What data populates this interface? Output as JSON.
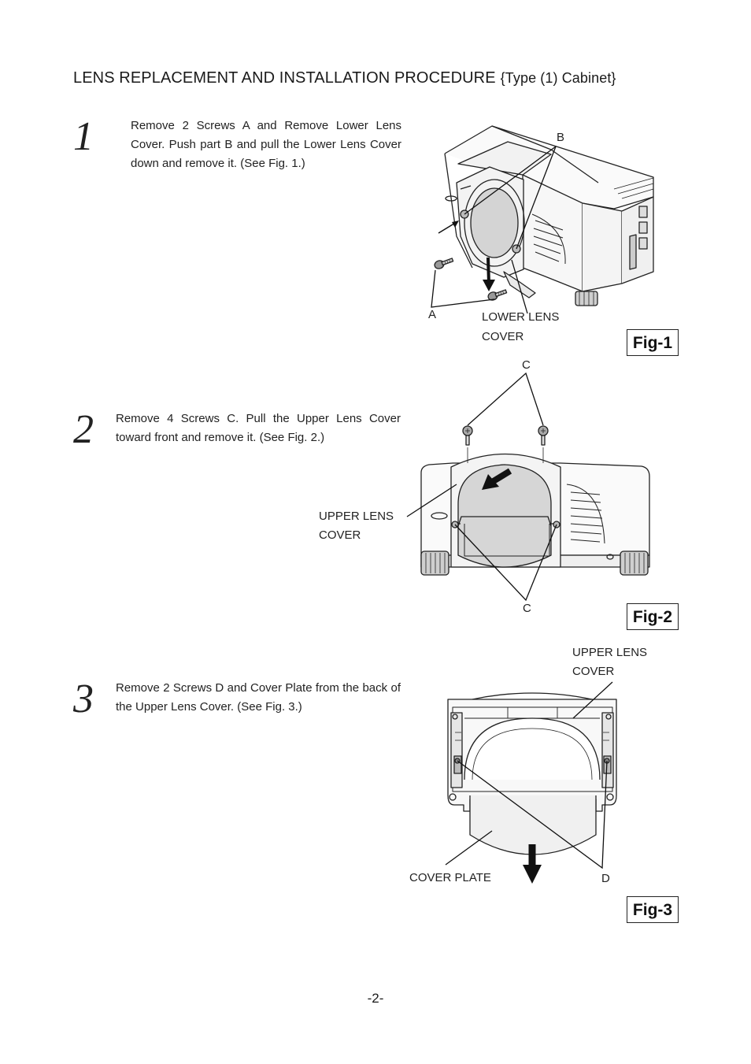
{
  "header": {
    "title": "LENS REPLACEMENT AND INSTALLATION PROCEDURE",
    "subtitle": "{Type (1) Cabinet}"
  },
  "steps": [
    {
      "number": "1",
      "text": "Remove 2 Screws A and Remove Lower Lens Cover. Push part B and pull the Lower Lens Cover down and remove it. (See Fig. 1.)"
    },
    {
      "number": "2",
      "text": "Remove 4 Screws C. Pull the Upper Lens Cover toward front and remove it. (See Fig. 2.)"
    },
    {
      "number": "3",
      "text": "Remove 2 Screws D and Cover Plate from the back of the Upper Lens Cover. (See Fig. 3.)"
    }
  ],
  "fig1": {
    "caption": "Fig-1",
    "label_b": "B",
    "label_a": "A",
    "label_lower_line1": "LOWER LENS",
    "label_lower_line2": "COVER"
  },
  "fig2": {
    "caption": "Fig-2",
    "label_c_top": "C",
    "label_c_bottom": "C",
    "label_upper_line1": "UPPER LENS",
    "label_upper_line2": "COVER"
  },
  "fig3": {
    "caption": "Fig-3",
    "label_upper_line1": "UPPER LENS",
    "label_upper_line2": "COVER",
    "label_plate": "COVER PLATE",
    "label_d": "D"
  },
  "footer": {
    "page_number": "-2-"
  }
}
